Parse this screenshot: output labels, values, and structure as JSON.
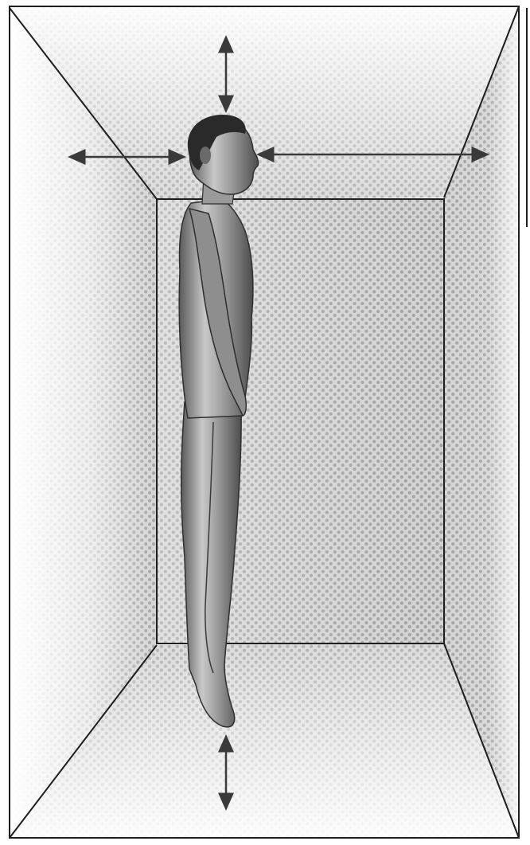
{
  "figure": {
    "subject": "human-figure-side-view",
    "container": "room-box-perspective",
    "arrows": [
      {
        "name": "arrow-up-down-top",
        "direction": "vertical"
      },
      {
        "name": "arrow-left",
        "direction": "horizontal"
      },
      {
        "name": "arrow-right",
        "direction": "horizontal"
      },
      {
        "name": "arrow-up-down-bottom",
        "direction": "vertical"
      }
    ],
    "colors": {
      "line": "#1e1e1e",
      "arrow": "#3a3a3a",
      "shade_dark": "#8a8a8a",
      "shade_light": "#f4f4f4",
      "skin_mid": "#a9a9a9",
      "skin_dark": "#4a4a4a",
      "hair": "#2a2a2a"
    }
  }
}
